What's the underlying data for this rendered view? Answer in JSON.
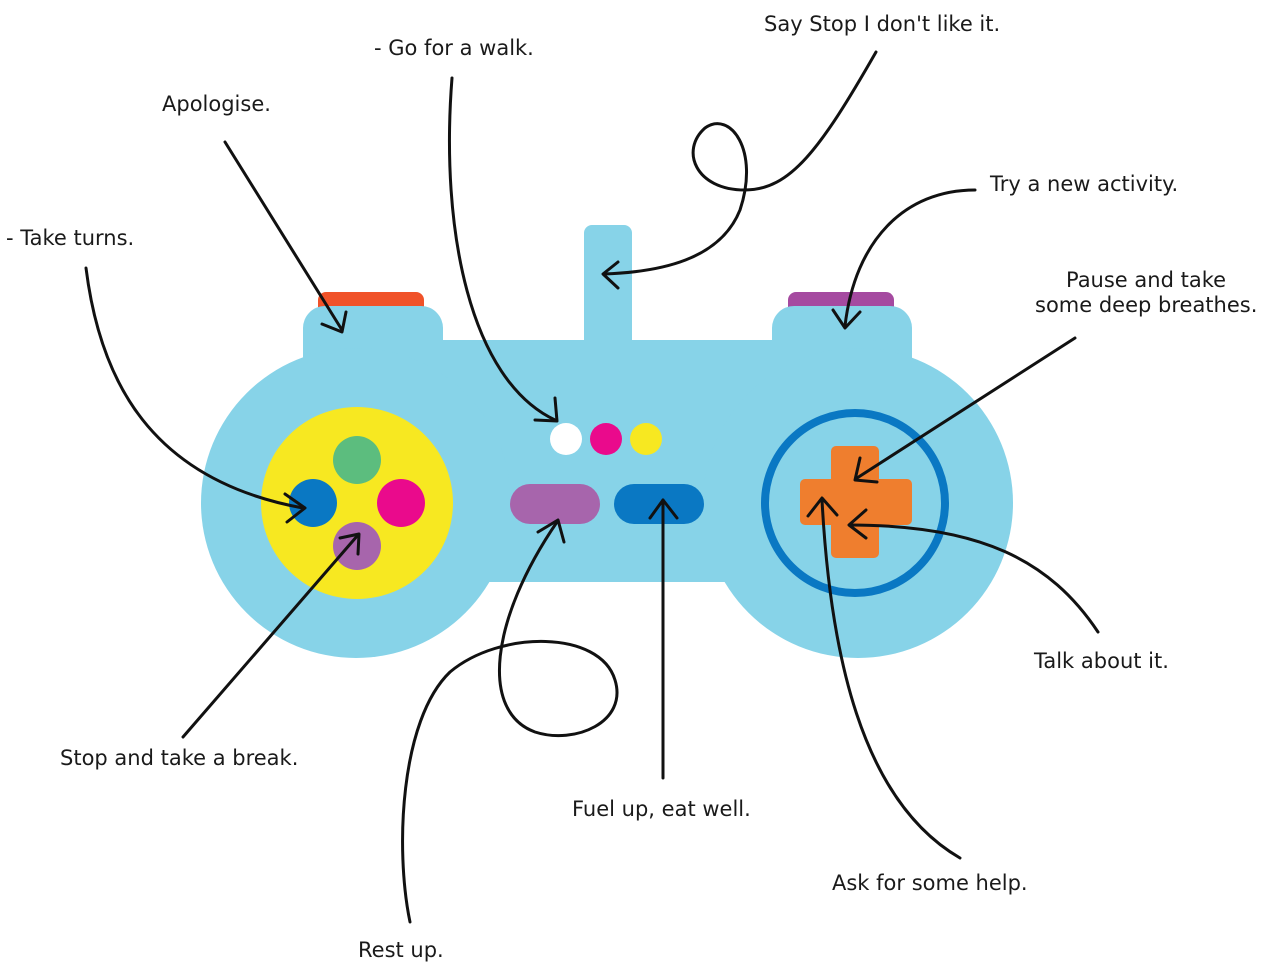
{
  "colors": {
    "body": "#87d3e8",
    "pad_ring": "#f7e821",
    "btn_green": "#5cbd7e",
    "btn_blue": "#0a78c3",
    "btn_pink": "#ea0a8c",
    "btn_purple": "#a765ac",
    "bumper_left": "#f05229",
    "bumper_right": "#a54aa0",
    "dpad": "#ef7e2e",
    "dpad_ring": "#0a78c3",
    "mini_white": "#ffffff",
    "mini_pink": "#ea0a8c",
    "mini_yellow": "#f7e821",
    "select_btn": "#a765ac",
    "start_btn": "#0a78c3"
  },
  "labels": {
    "take_turns": "- Take turns.",
    "apologise": "Apologise.",
    "go_walk": "- Go for a walk.",
    "say_stop": "Say Stop I don't like it.",
    "new_activity": "Try a new activity.",
    "pause_line1": "Pause and take",
    "pause_line2": "some deep breathes.",
    "talk": "Talk about it.",
    "stop_break": "Stop and take a break.",
    "fuel": "Fuel up, eat well.",
    "ask_help": "Ask for some help.",
    "rest": "Rest up."
  }
}
